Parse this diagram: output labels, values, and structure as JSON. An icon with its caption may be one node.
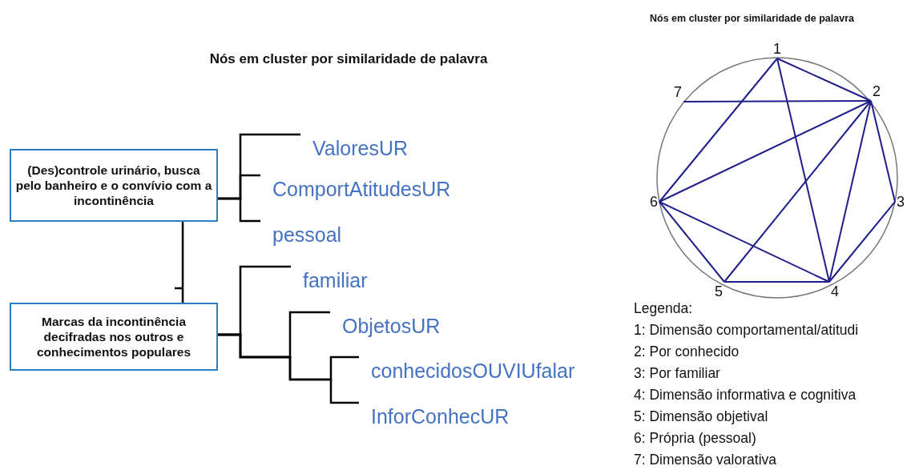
{
  "diagram": {
    "title": "Nós em cluster por similaridade de palavra",
    "nodes": [
      {
        "text": [
          "(Des)controle urinário, busca pelo banheiro e o convívio com a incontinência"
        ]
      },
      {
        "text": [
          "ValoresUR"
        ]
      },
      {
        "text": [
          "ComportAtitudesUR"
        ]
      },
      {
        "text": [
          "pessoal"
        ]
      },
      {
        "text": [
          "Marcas da incontinência decifradas nos outros e conhecimentos populares"
        ]
      },
      {
        "text": [
          "familiar"
        ]
      },
      {
        "text": [
          "ObjetosUR"
        ]
      },
      {
        "text": [
          "conhecidosOUVIUfalar"
        ]
      },
      {
        "text": [
          "InforConhecUR"
        ]
      },
      {
        "text": [
          "1"
        ]
      },
      {
        "text": [
          "2"
        ]
      },
      {
        "text": [
          "3"
        ]
      },
      {
        "text": [
          "4"
        ]
      },
      {
        "text": [
          "5"
        ]
      },
      {
        "text": [
          "6"
        ]
      },
      {
        "text": [
          "7"
        ]
      }
    ],
    "edges": [
      {
        "from": 0,
        "to": 1,
        "arrow": "none",
        "color": "#000000"
      },
      {
        "from": 0,
        "to": 2,
        "arrow": "none",
        "color": "#000000"
      },
      {
        "from": 0,
        "to": 3,
        "arrow": "none",
        "color": "#000000"
      },
      {
        "from": 4,
        "to": 5,
        "arrow": "none",
        "color": "#000000"
      },
      {
        "from": 4,
        "to": 6,
        "arrow": "none",
        "color": "#000000"
      },
      {
        "from": 4,
        "to": 7,
        "arrow": "none",
        "color": "#000000"
      },
      {
        "from": 4,
        "to": 8,
        "arrow": "none",
        "color": "#000000"
      },
      {
        "from": 0,
        "to": 4,
        "arrow": "none",
        "color": "#000000"
      },
      {
        "from": 9,
        "to": 10,
        "arrow": "none"
      },
      {
        "from": 9,
        "to": 14,
        "arrow": "none"
      },
      {
        "from": 9,
        "to": 12,
        "arrow": "none"
      },
      {
        "from": 15,
        "to": 10,
        "arrow": "none"
      },
      {
        "from": 10,
        "to": 14,
        "arrow": "none"
      },
      {
        "from": 10,
        "to": 13,
        "arrow": "none"
      },
      {
        "from": 10,
        "to": 12,
        "arrow": "none"
      },
      {
        "from": 10,
        "to": 11,
        "arrow": "none"
      },
      {
        "from": 11,
        "to": 12,
        "arrow": "none"
      },
      {
        "from": 14,
        "to": 13,
        "arrow": "none"
      },
      {
        "from": 14,
        "to": 12,
        "arrow": "none"
      },
      {
        "from": 13,
        "to": 12,
        "arrow": "none"
      }
    ],
    "labels": [
      "Nós em cluster por similaridade de palavra",
      "Legenda:",
      "1: Dimensão comportamental/atitudi",
      "2: Por conhecido",
      "3: Por familiar",
      "4: Dimensão informativa e cognitiva",
      "5: Dimensão objetival",
      "6: Própria (pessoal)",
      "7: Dimensão valorativa"
    ]
  }
}
